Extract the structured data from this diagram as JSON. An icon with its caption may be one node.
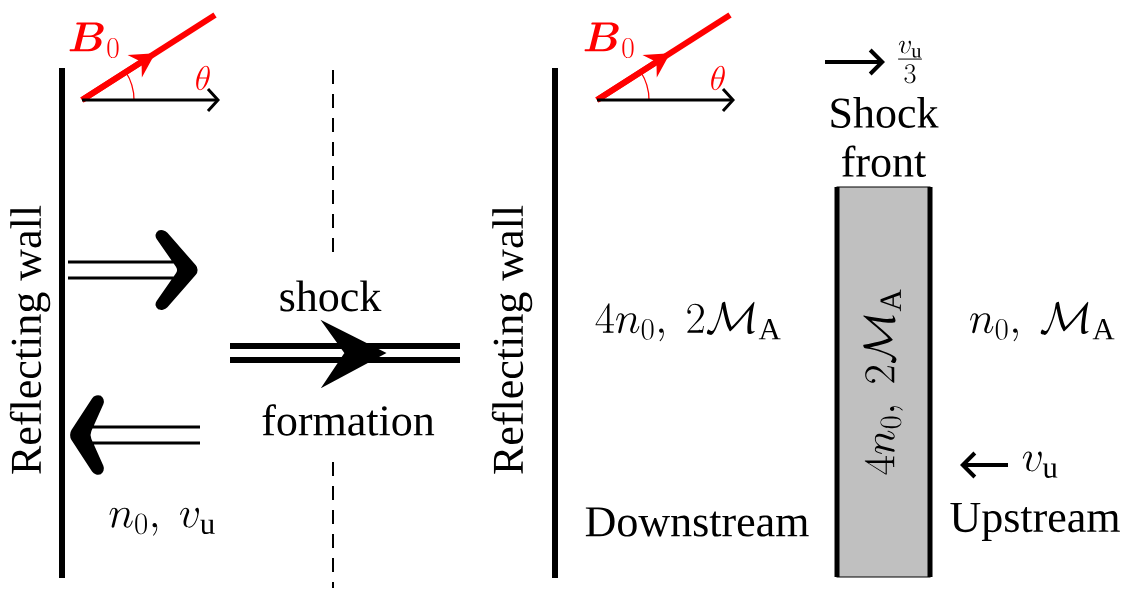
{
  "diagram": {
    "nodes": [
      {
        "text": [
          "Shock front",
          "4n_0,\\ 2\\mathcal{M}_\\mathrm{A}"
        ]
      }
    ],
    "labels": [
      "\\boldsymbol{B}_0",
      "\\theta",
      "Reflecting wall",
      "n_0,\\ v_\\mathrm{u}",
      "shock",
      "formation",
      "\\boldsymbol{B}_0",
      "\\theta",
      "\\frac{v_\\mathrm{u}}{3}",
      "Reflecting wall",
      "4n_0,\\ 2\\mathcal{M}_\\mathrm{A}",
      "n_0,\\ \\mathcal{M}_\\mathrm{A}",
      "v_\\mathrm{u}",
      "Downstream",
      "Upstream"
    ]
  }
}
